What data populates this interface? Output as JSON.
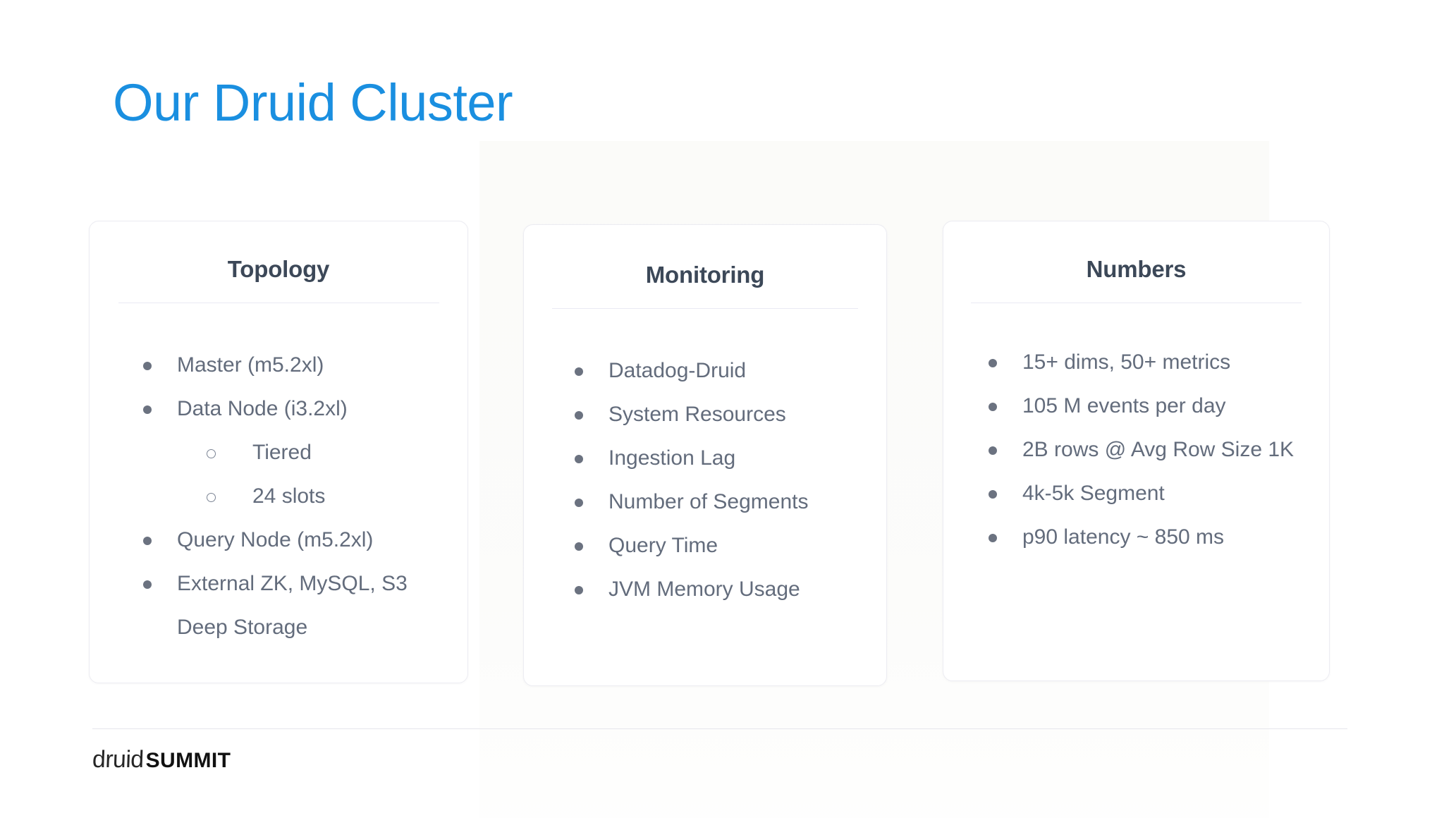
{
  "slide": {
    "title": "Our Druid Cluster",
    "title_color": "#1a8fe0",
    "heading_color": "#3c4858",
    "body_color": "#636c7c"
  },
  "cards": [
    {
      "heading": "Topology",
      "items": [
        {
          "level": 0,
          "text": "Master (m5.2xl)"
        },
        {
          "level": 0,
          "text": "Data Node (i3.2xl)"
        },
        {
          "level": 1,
          "text": "Tiered"
        },
        {
          "level": 1,
          "text": "24 slots"
        },
        {
          "level": 0,
          "text": "Query Node (m5.2xl)"
        },
        {
          "level": 0,
          "text": "External ZK, MySQL, S3 Deep Storage"
        }
      ]
    },
    {
      "heading": "Monitoring",
      "items": [
        {
          "level": 0,
          "text": "Datadog-Druid"
        },
        {
          "level": 0,
          "text": "System Resources"
        },
        {
          "level": 0,
          "text": "Ingestion Lag"
        },
        {
          "level": 0,
          "text": "Number of Segments"
        },
        {
          "level": 0,
          "text": "Query Time"
        },
        {
          "level": 0,
          "text": "JVM Memory Usage"
        }
      ]
    },
    {
      "heading": "Numbers",
      "items": [
        {
          "level": 0,
          "text": "15+ dims, 50+ metrics"
        },
        {
          "level": 0,
          "text": "105 M events per day"
        },
        {
          "level": 0,
          "text": "2B rows @ Avg Row Size 1K"
        },
        {
          "level": 0,
          "text": "4k-5k Segment"
        },
        {
          "level": 0,
          "text": "p90 latency ~ 850 ms"
        }
      ]
    }
  ],
  "footer": {
    "logo_primary": "druid",
    "logo_secondary": "SUMMIT"
  }
}
